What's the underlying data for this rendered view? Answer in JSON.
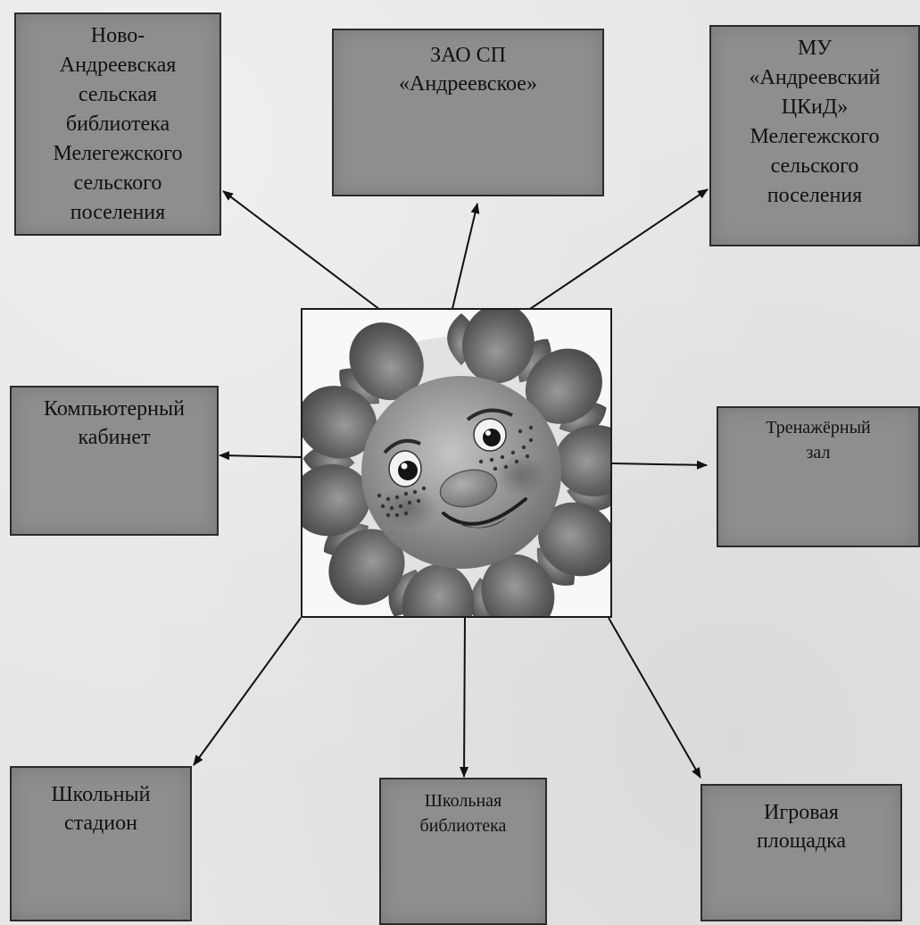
{
  "boxes": {
    "library_novo": "Ново-\nАндреевская\nсельская\nбиблиотека\nМелегежского\nсельского\nпоселения",
    "zao": "ЗАО  СП\n«Андреевское»",
    "mu": "МУ\n«Андреевский\nЦКиД»\nМелегежского\nсельского\nпоселения",
    "computer": "Компьютерный\nкабинет",
    "gym": "Тренажёрный\nзал",
    "stadium": "Школьный\nстадион",
    "school_library": "Школьная\nбиблиотека",
    "playground": "Игровая\nплощадка"
  },
  "center": {
    "icon": "smiling-sun-illustration"
  },
  "colors": {
    "box_fill": "#8e8e8e",
    "box_border": "#2b2b2b",
    "arrow": "#111111",
    "background": "#e6e6e6"
  }
}
